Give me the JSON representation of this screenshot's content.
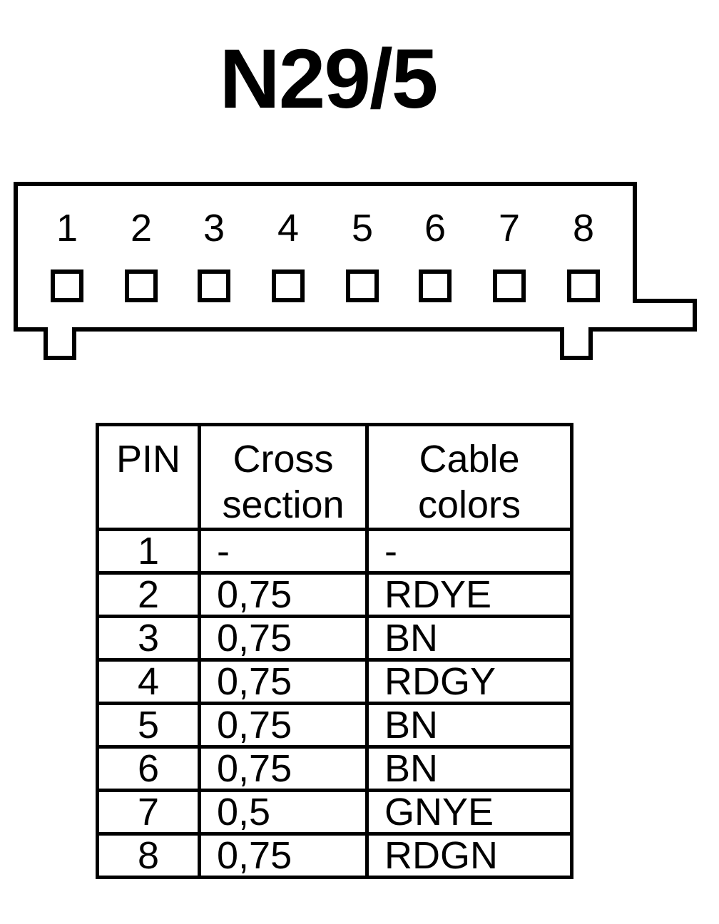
{
  "title": "N29/5",
  "connector": {
    "pins": [
      "1",
      "2",
      "3",
      "4",
      "5",
      "6",
      "7",
      "8"
    ]
  },
  "table": {
    "headers": {
      "pin": [
        "PIN"
      ],
      "cross_section": [
        "Cross",
        "section"
      ],
      "cable_colors": [
        "Cable",
        "colors"
      ]
    },
    "rows": [
      {
        "pin": "1",
        "cross": "-",
        "color": "-"
      },
      {
        "pin": "2",
        "cross": "0,75",
        "color": "RDYE"
      },
      {
        "pin": "3",
        "cross": "0,75",
        "color": "BN"
      },
      {
        "pin": "4",
        "cross": "0,75",
        "color": "RDGY"
      },
      {
        "pin": "5",
        "cross": "0,75",
        "color": "BN"
      },
      {
        "pin": "6",
        "cross": "0,75",
        "color": "BN"
      },
      {
        "pin": "7",
        "cross": "0,5",
        "color": "GNYE"
      },
      {
        "pin": "8",
        "cross": "0,75",
        "color": "RDGN"
      }
    ]
  }
}
